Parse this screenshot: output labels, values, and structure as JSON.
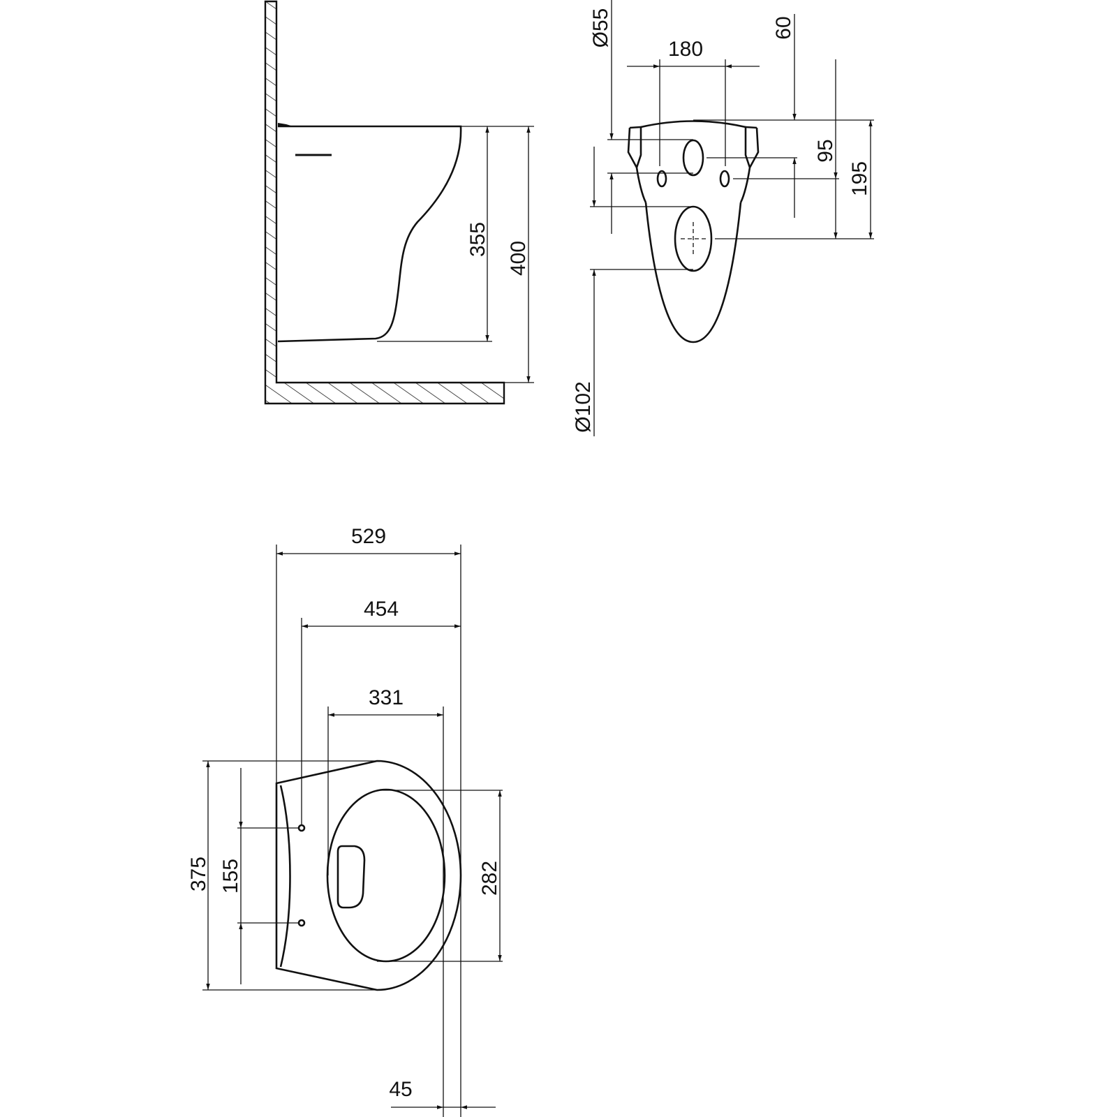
{
  "side_view": {
    "height_rim": "355",
    "height_total": "400"
  },
  "rear_view": {
    "waste_diameter_small": "Ø55",
    "bolt_spacing": "180",
    "dim_60": "60",
    "dim_95": "95",
    "dim_195": "195",
    "waste_diameter_large": "Ø102"
  },
  "top_view": {
    "length_total": "529",
    "length_bolt": "454",
    "opening_length": "331",
    "width_total": "375",
    "bolt_distance": "155",
    "opening_width": "282",
    "overhang": "45"
  },
  "colors": {
    "line": "#111111",
    "background": "#ffffff"
  }
}
